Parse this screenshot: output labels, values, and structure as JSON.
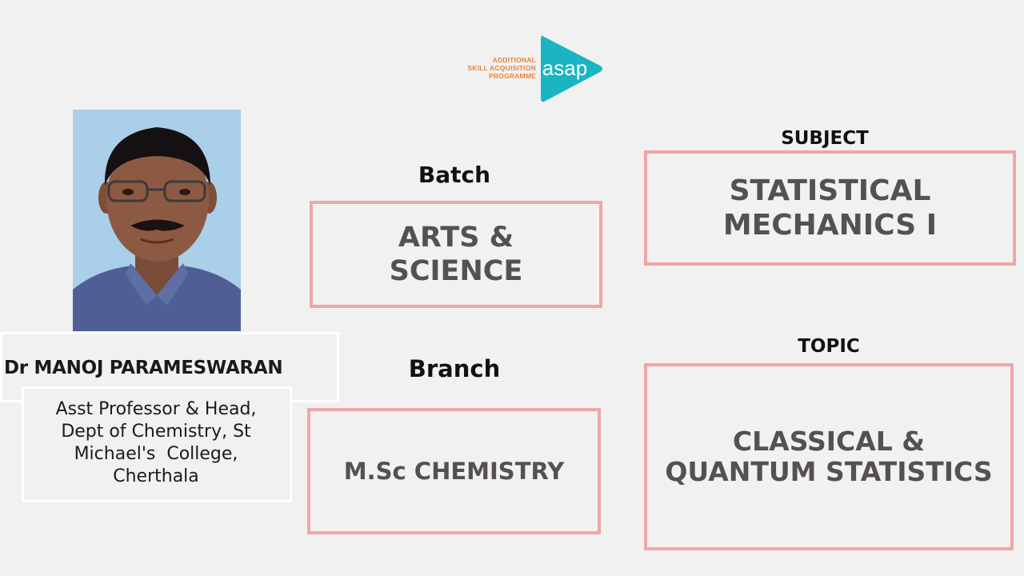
{
  "logo": {
    "line1": "ADDITIONAL",
    "line2": "SKILL ACQUISITION",
    "line3": "PROGRAMME",
    "mark_text": "asap",
    "icon": "asap-play-triangle-icon",
    "colors": {
      "text": "#e8843a",
      "mark": "#1ab4c3"
    }
  },
  "speaker": {
    "name": "Dr MANOJ PARAMESWARAN",
    "designation_lines": [
      "Asst Professor & Head,",
      "Dept of Chemistry, St",
      "Michael's  College,",
      "Cherthala"
    ]
  },
  "batch": {
    "heading": "Batch",
    "value_lines": [
      "ARTS &",
      "SCIENCE"
    ]
  },
  "branch": {
    "heading": "Branch",
    "value": "M.Sc CHEMISTRY"
  },
  "subject": {
    "heading": "SUBJECT",
    "value_lines": [
      "STATISTICAL",
      "MECHANICS I"
    ]
  },
  "topic": {
    "heading": "TOPIC",
    "value_lines": [
      "CLASSICAL &",
      "QUANTUM STATISTICS"
    ]
  },
  "colors": {
    "box_border": "#eea7a6",
    "value_text": "#555150",
    "background": "#f2f1f1"
  }
}
